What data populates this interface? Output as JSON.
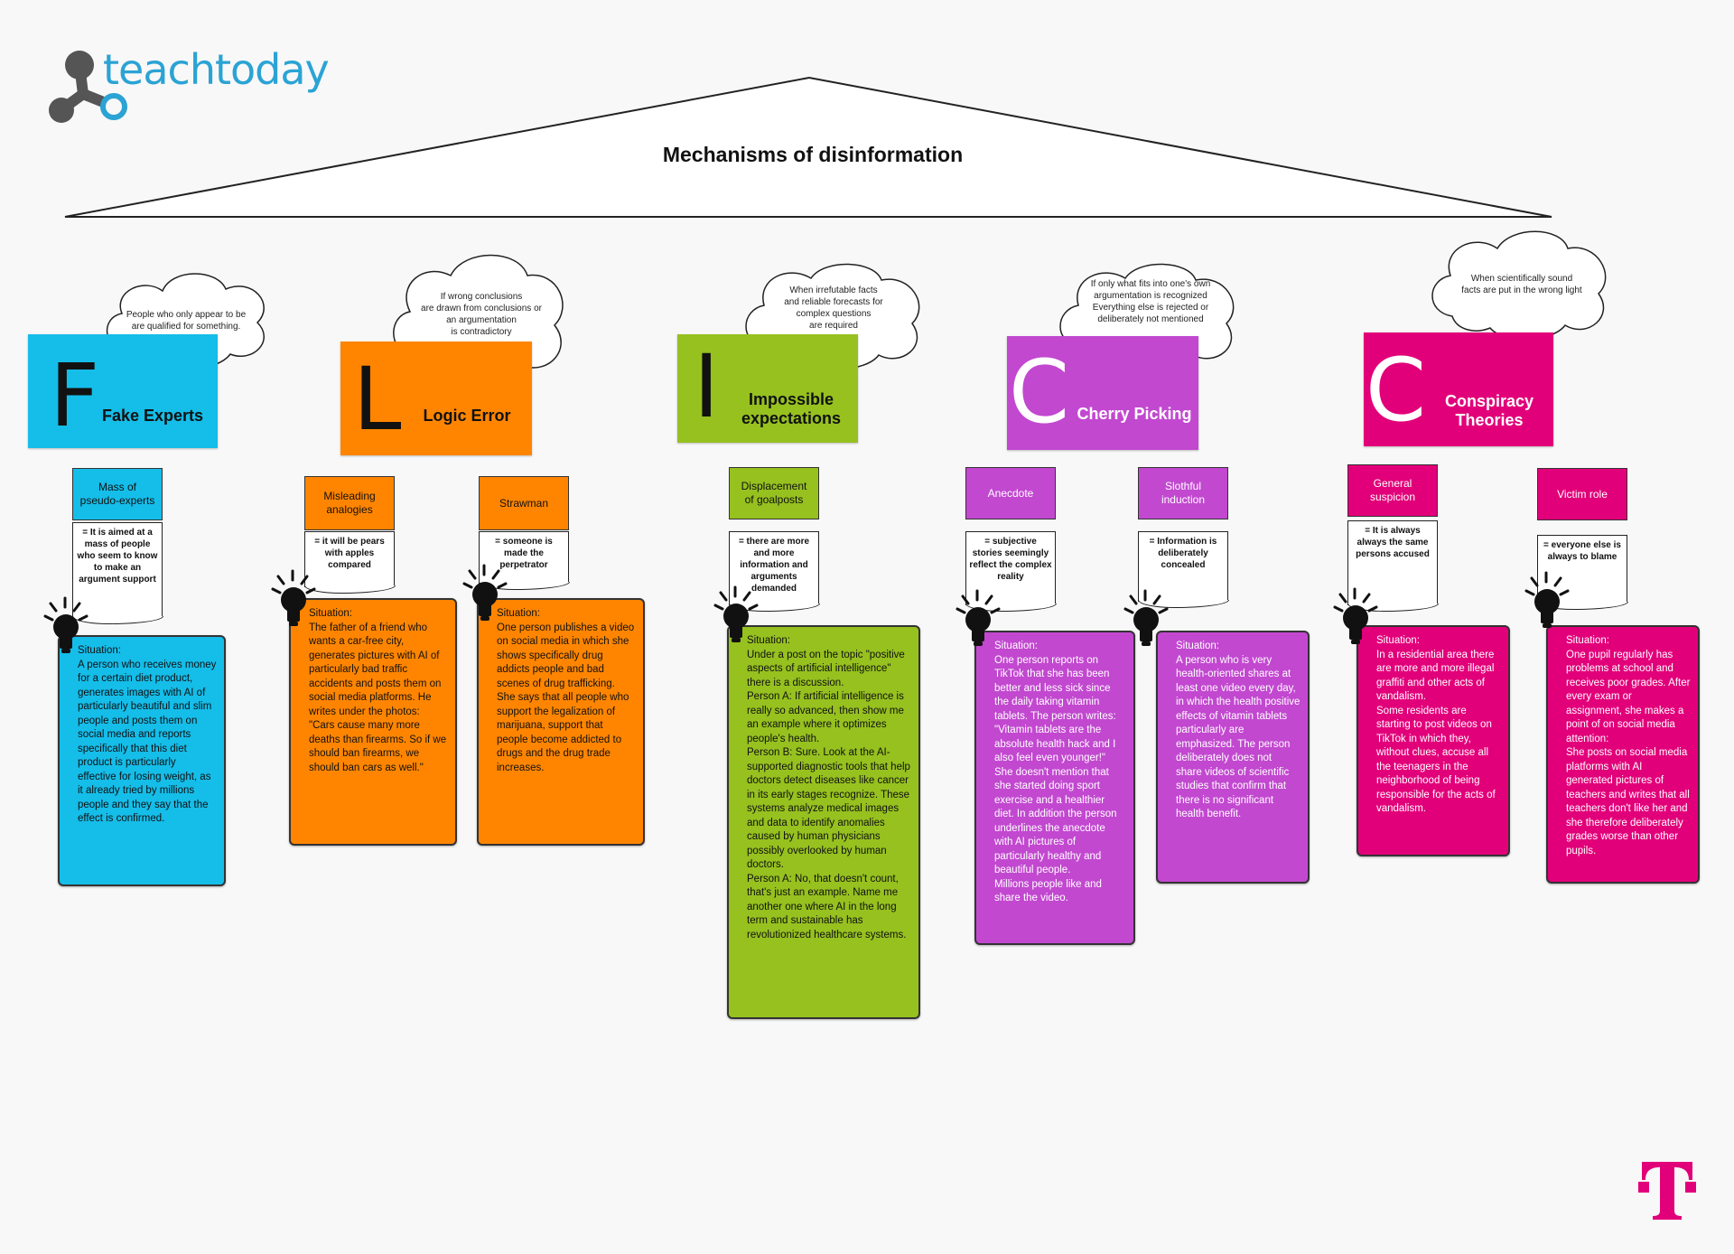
{
  "brand": {
    "name": "teachtoday"
  },
  "title": "Mechanisms of disinformation",
  "colors": {
    "blue": "#15bde9",
    "orange": "#ff8500",
    "green": "#96c11f",
    "purple": "#c248d0",
    "magenta": "#e2007a",
    "logo_blue": "#2ba3d4",
    "logo_grey": "#555555"
  },
  "fake_experts": {
    "letter": "F",
    "label": "Fake Experts",
    "cloud": "People who only appear to be\nare qualified for something.",
    "subs": [
      {
        "label": "Mass of\npseudo-experts",
        "definition": "= It is aimed at a mass of people who seem to know to make an argument support",
        "situation": "Situation:\nA person who receives money for a certain diet product, generates images with AI of particularly beautiful and slim people and posts them on social media and reports specifically that this diet product is particularly effective for losing weight, as it already tried by millions people and they say that the effect is confirmed."
      }
    ]
  },
  "logic_error": {
    "letter": "L",
    "label": "Logic Error",
    "cloud": "If wrong conclusions\nare drawn from conclusions or\nan argumentation\nis contradictory",
    "subs": [
      {
        "label": "Misleading\nanalogies",
        "definition": "= it will be pears with apples compared",
        "situation": "Situation:\nThe father of a friend who wants a car-free city, generates pictures with AI of particularly bad traffic accidents and posts them on social media platforms. He writes under the photos: \"Cars cause many more deaths than firearms. So if we should ban firearms, we should ban cars as well.\""
      },
      {
        "label": "Strawman",
        "definition": "= someone is made the perpetrator",
        "situation": "Situation:\nOne person publishes a video on social media in which she shows specifically drug addicts people and bad scenes of drug trafficking. She says that all people who support the legalization of marijuana, support that people become addicted to drugs and the drug trade increases."
      }
    ]
  },
  "impossible": {
    "letter": "I",
    "label": "Impossible\nexpectations",
    "cloud": "When irrefutable facts\nand reliable forecasts for\ncomplex questions\nare required",
    "subs": [
      {
        "label": "Displacement\nof goalposts",
        "definition": "= there are more and more information and arguments demanded",
        "situation": "Situation:\nUnder a post on the topic \"positive aspects of artificial intelligence\" there is a discussion.\nPerson A: If artificial intelligence is really so advanced, then show me an example where it optimizes people's health.\nPerson B: Sure. Look at the AI-supported diagnostic tools that help doctors detect diseases like cancer in its early stages recognize. These systems analyze medical images and data to identify anomalies caused by human physicians possibly overlooked by human doctors.\nPerson A: No, that doesn't count, that's just an example. Name me another one where AI in the long term and sustainable has revolutionized healthcare systems."
      }
    ]
  },
  "cherry": {
    "letter": "C",
    "label": "Cherry Picking",
    "cloud": "If only what fits into one's own\nargumentation is recognized\nEverything else is rejected or\ndeliberately not mentioned",
    "subs": [
      {
        "label": "Anecdote",
        "definition": "= subjective stories seemingly reflect the complex reality",
        "situation": "Situation:\nOne person reports on TikTok that she has been better and less sick since the daily taking vitamin tablets. The person writes:\n\"Vitamin tablets are the absolute health hack and I also feel even younger!\"\nShe doesn't mention that she started doing sport exercise and a healthier diet. In addition the person underlines the anecdote with AI pictures of particularly healthy and beautiful people.\nMillions people like and share the video."
      },
      {
        "label": "Slothful\ninduction",
        "definition": "= Information is deliberately concealed",
        "situation": "Situation:\nA person who is very health-oriented shares at least one video every day, in which the health positive effects of vitamin tablets particularly are emphasized. The person deliberately does not share videos of scientific studies that confirm that there is no significant health benefit."
      }
    ]
  },
  "conspiracy": {
    "letter": "C",
    "label": "Conspiracy\nTheories",
    "cloud": "When scientifically sound\nfacts are put in the wrong light",
    "subs": [
      {
        "label": "General\nsuspicion",
        "definition": "= It is always always the same persons accused",
        "situation": "Situation:\nIn a residential area there are more and more illegal graffiti and other acts of vandalism.\nSome residents are starting to post videos on TikTok in which they, without clues, accuse all the teenagers in the neighborhood of being responsible for the acts of vandalism."
      },
      {
        "label": "Victim role",
        "definition": "= everyone else is always to blame",
        "situation": "Situation:\nOne pupil regularly has problems at school and receives poor grades. After every exam or assignment, she makes a point of on social media attention:\nShe posts on social media platforms with AI generated pictures of teachers and writes that all teachers don't like her and she therefore deliberately grades worse than other pupils."
      }
    ]
  }
}
